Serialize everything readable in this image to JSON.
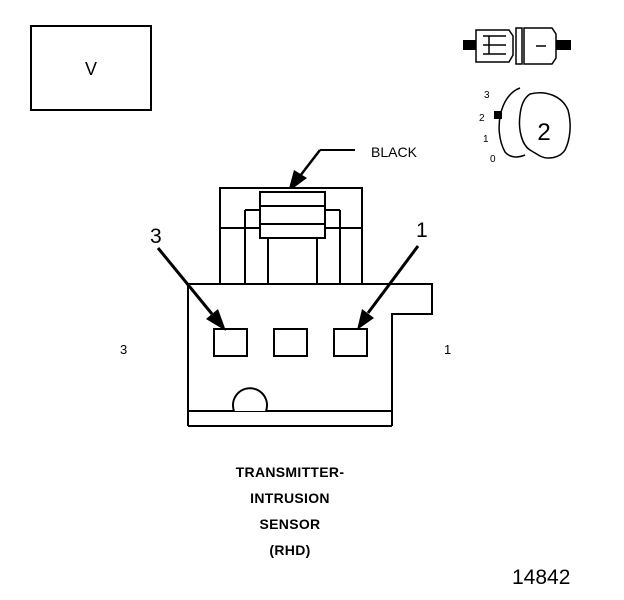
{
  "view_label": "V",
  "color_label": "BLACK",
  "pin_callouts": {
    "left": "3",
    "right": "1"
  },
  "side_labels": {
    "left": "3",
    "right": "1"
  },
  "keying": {
    "positions": [
      "3",
      "2",
      "1",
      "0"
    ],
    "key_number": "2"
  },
  "caption": [
    "TRANSMITTER-",
    "INTRUSION",
    "SENSOR",
    "(RHD)"
  ],
  "document_number": "14842"
}
